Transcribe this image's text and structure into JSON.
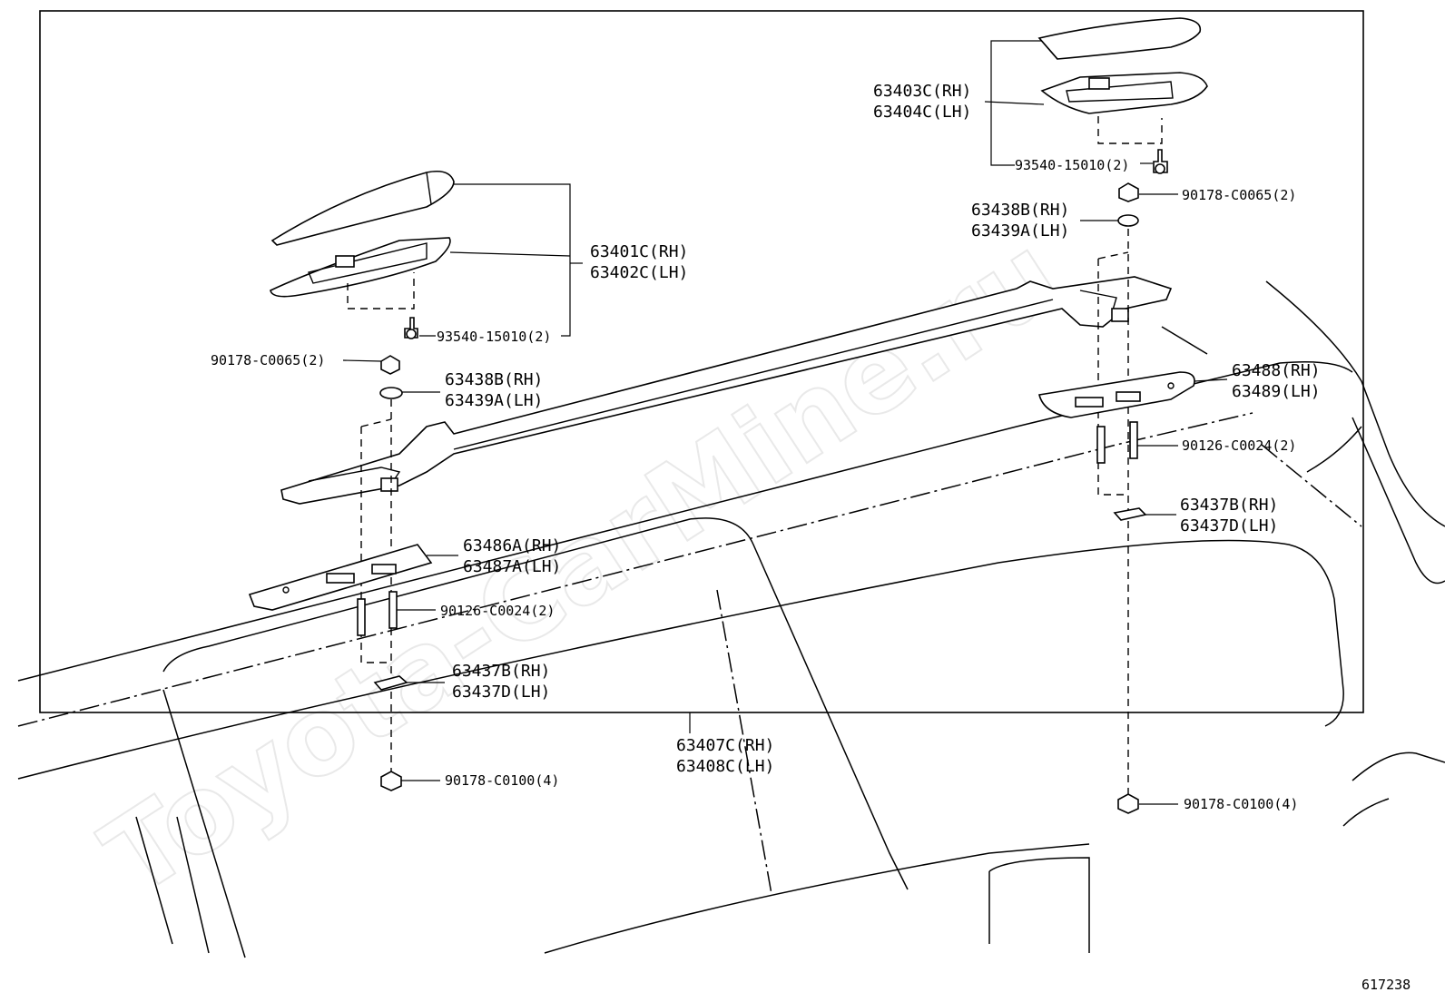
{
  "watermark": "Toyota-CarMine.ru",
  "diagram_number": "617238",
  "labels": {
    "cover_front": [
      "63401C(RH)",
      "63402C(LH)"
    ],
    "cover_rear": [
      "63403C(RH)",
      "63404C(LH)"
    ],
    "screw_front": "93540-15010(2)",
    "screw_rear": "93540-15010(2)",
    "nut_front": "90178-C0065(2)",
    "nut_rear": "90178-C0065(2)",
    "washer_front": [
      "63438B(RH)",
      "63439A(LH)"
    ],
    "washer_rear": [
      "63438B(RH)",
      "63439A(LH)"
    ],
    "pad_front": [
      "63486A(RH)",
      "63487A(LH)"
    ],
    "pad_rear": [
      "63488(RH)",
      "63489(LH)"
    ],
    "stud_front": "90126-C0024(2)",
    "stud_rear": "90126-C0024(2)",
    "seal_front": [
      "63437B(RH)",
      "63437D(LH)"
    ],
    "seal_rear": [
      "63437B(RH)",
      "63437D(LH)"
    ],
    "rail": [
      "63407C(RH)",
      "63408C(LH)"
    ],
    "nut_bottom_front": "90178-C0100(4)",
    "nut_bottom_rear": "90178-C0100(4)"
  }
}
